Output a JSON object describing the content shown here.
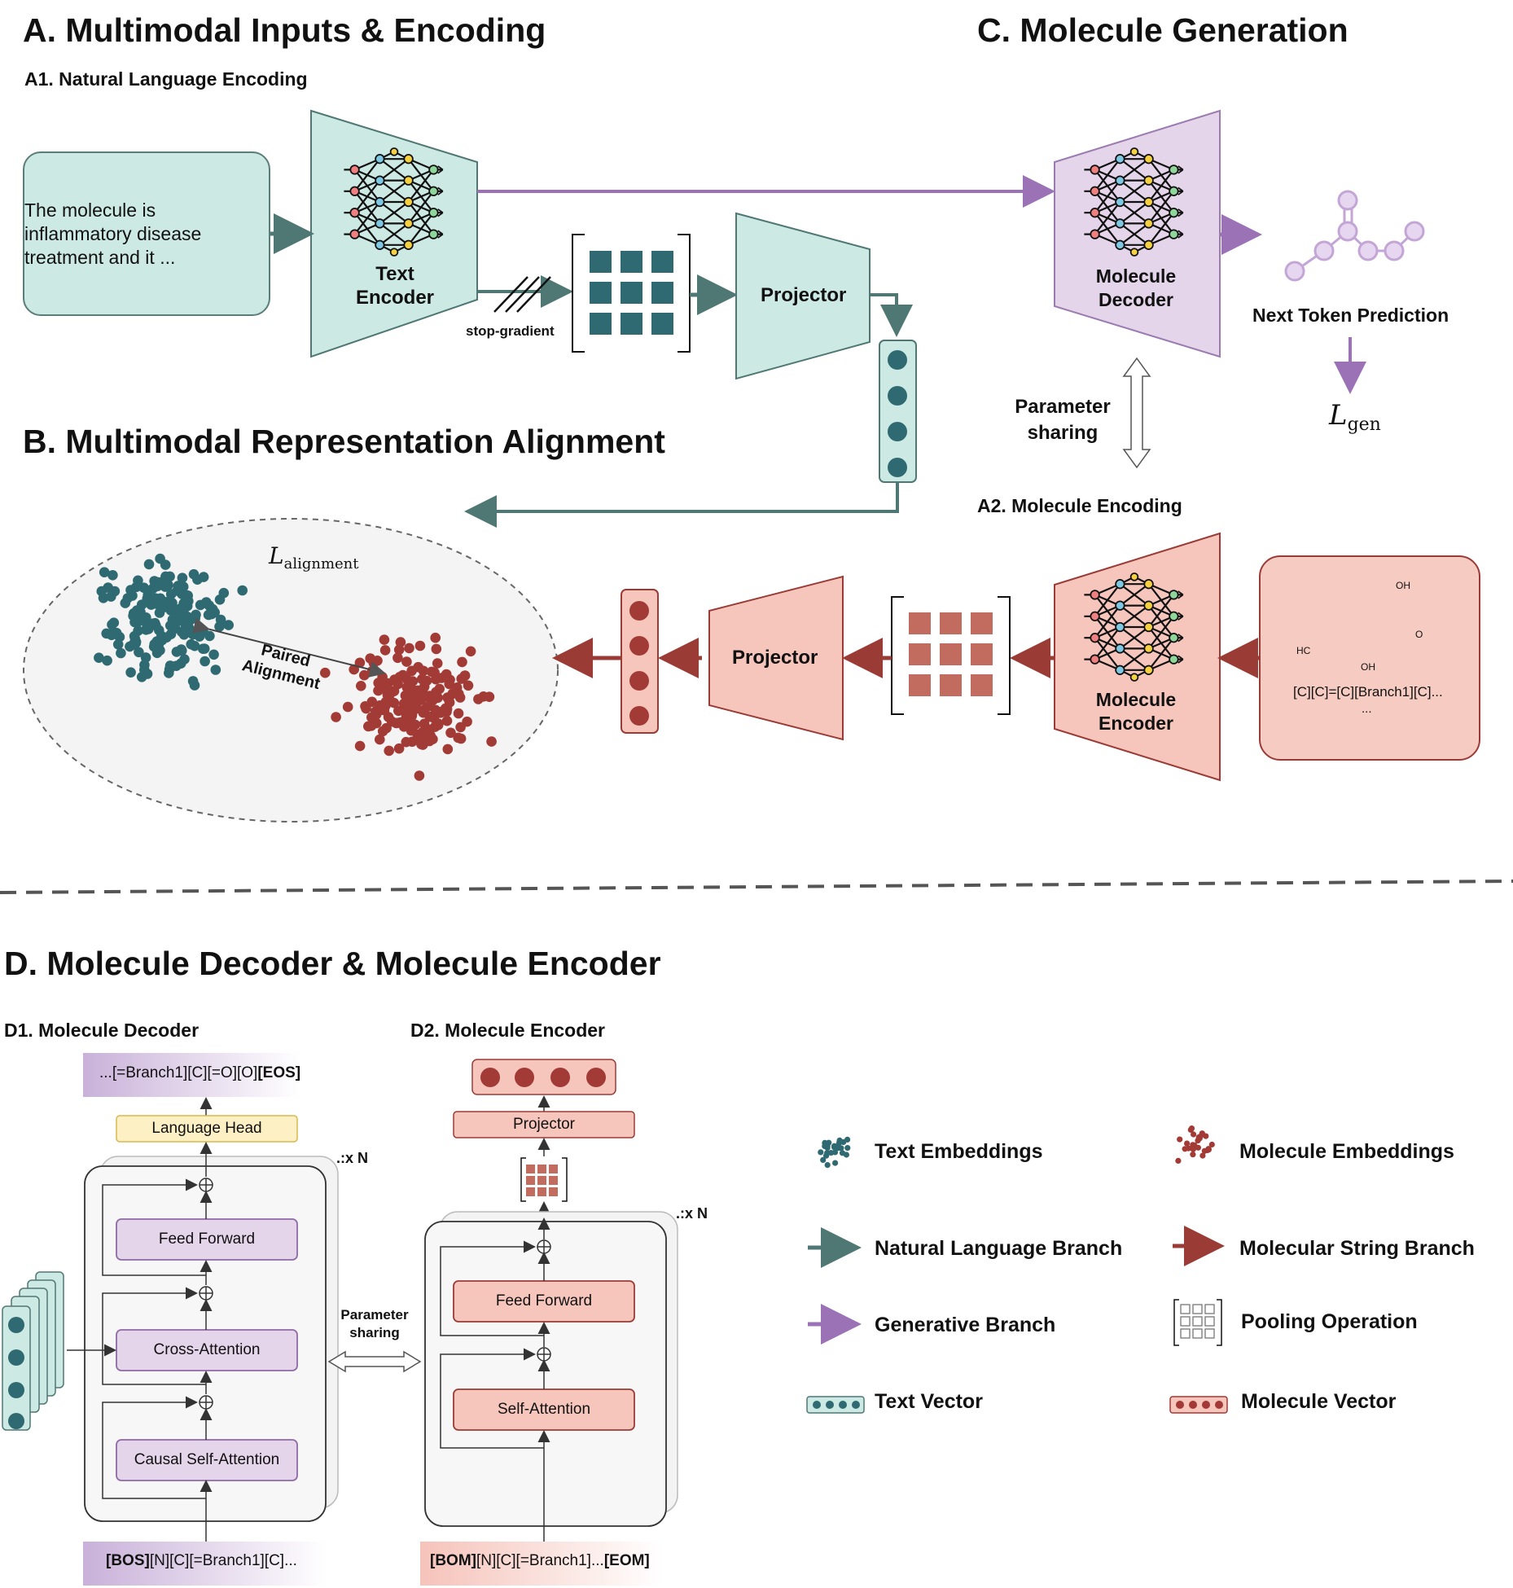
{
  "sections": {
    "a": "A. Multimodal Inputs & Encoding",
    "a1": "A1. Natural Language Encoding",
    "b": "B. Multimodal Representation Alignment",
    "c": "C. Molecule Generation",
    "a2": "A2. Molecule Encoding",
    "d": "D. Molecule Decoder & Molecule Encoder",
    "d1": "D1. Molecule Decoder",
    "d2": "D2. Molecule Encoder"
  },
  "input_text": "The molecule is inflammatory disease treatment and it ...",
  "text_encoder": {
    "line1": "Text",
    "line2": "Encoder"
  },
  "stop_gradient": "stop-gradient",
  "projector": "Projector",
  "molecule_decoder": {
    "line1": "Molecule",
    "line2": "Decoder"
  },
  "molecule_encoder": {
    "line1": "Molecule",
    "line2": "Encoder"
  },
  "next_token": "Next Token Prediction",
  "loss_gen": {
    "main": "L",
    "sub": "gen"
  },
  "loss_align": {
    "main": "L",
    "sub": "alignment"
  },
  "parameter_sharing": {
    "line1": "Parameter",
    "line2": "sharing"
  },
  "paired_alignment": {
    "line1": "Paired",
    "line2": "Alignment"
  },
  "molecule_structure": {
    "oh_top": "OH",
    "o": "O",
    "hc": "HC",
    "oh_bottom": "OH",
    "selfies": "[C][C]=[C][Branch1][C]...",
    "ellipsis": "..."
  },
  "decoder_detail": {
    "output": {
      "prefix": "...[=Branch1][C][=O][O]",
      "bold": "[EOS]"
    },
    "language_head": "Language Head",
    "xn": "x N",
    "feed_forward": "Feed Forward",
    "cross_attention": "Cross-Attention",
    "causal_self_attention": "Causal Self-Attention",
    "input": {
      "bold": "[BOS]",
      "rest": "[N][C][=Branch1][C]..."
    }
  },
  "encoder_detail": {
    "projector": "Projector",
    "xn": "x N",
    "feed_forward": "Feed Forward",
    "self_attention": "Self-Attention",
    "input": {
      "bold1": "[BOM]",
      "mid": "[N][C][=Branch1]...",
      "bold2": "[EOM]"
    }
  },
  "parameter_sharing_small": {
    "line1": "Parameter",
    "line2": "sharing"
  },
  "legend": {
    "text_embeddings": "Text Embeddings",
    "molecule_embeddings": "Molecule Embeddings",
    "nl_branch": "Natural Language Branch",
    "ms_branch": "Molecular String Branch",
    "gen_branch": "Generative Branch",
    "pooling": "Pooling Operation",
    "text_vector": "Text Vector",
    "molecule_vector": "Molecule Vector"
  },
  "colors": {
    "teal_fill": "#cde9e3",
    "teal_stroke": "#4f7774",
    "teal_dot": "#2f6a72",
    "red_fill": "#f6c6bd",
    "red_stroke": "#9a3b36",
    "red_dot": "#a23a36",
    "purple_fill": "#e5d5ea",
    "purple_stroke": "#9b7bb0",
    "purple_arrow": "#9b72b5"
  }
}
